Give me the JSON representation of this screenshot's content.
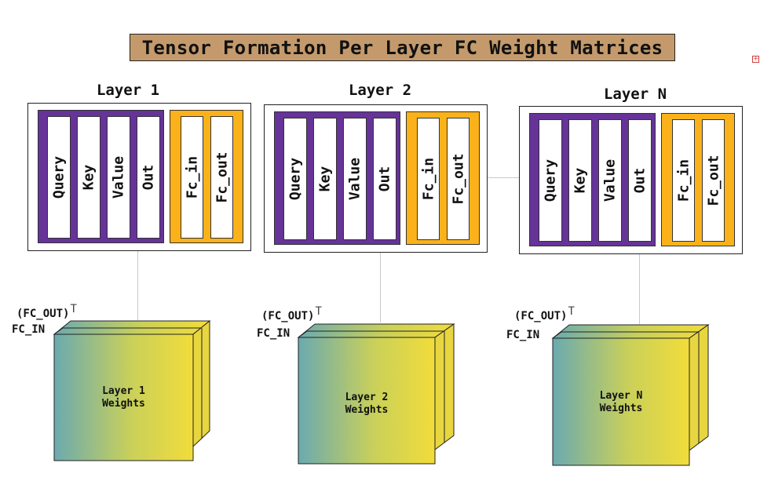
{
  "title": "Tensor Formation Per Layer FC Weight Matrices",
  "colors": {
    "title_bg": "#c49a6c",
    "attention_group": "#663399",
    "fc_group": "#fbb21a",
    "cube_gradient_start": "#6aaab0",
    "cube_gradient_end": "#f2dc3a"
  },
  "layers": [
    {
      "title": "Layer 1",
      "attention": [
        "Query",
        "Key",
        "Value",
        "Out"
      ],
      "fc": [
        "Fc_in",
        "Fc_out"
      ],
      "tensor": {
        "top_label": "(FC_OUT)",
        "sup": "T",
        "side_label": "FC_IN",
        "line1": "Layer 1",
        "line2": "Weights"
      }
    },
    {
      "title": "Layer 2",
      "attention": [
        "Query",
        "Key",
        "Value",
        "Out"
      ],
      "fc": [
        "Fc_in",
        "Fc_out"
      ],
      "tensor": {
        "top_label": "(FC_OUT)",
        "sup": "T",
        "side_label": "FC_IN",
        "line1": "Layer 2",
        "line2": "Weights"
      }
    },
    {
      "title": "Layer N",
      "attention": [
        "Query",
        "Key",
        "Value",
        "Out"
      ],
      "fc": [
        "Fc_in",
        "Fc_out"
      ],
      "tensor": {
        "top_label": "(FC_OUT)",
        "sup": "T",
        "side_label": "FC_IN",
        "line1": "Layer N",
        "line2": "Weights"
      }
    }
  ]
}
